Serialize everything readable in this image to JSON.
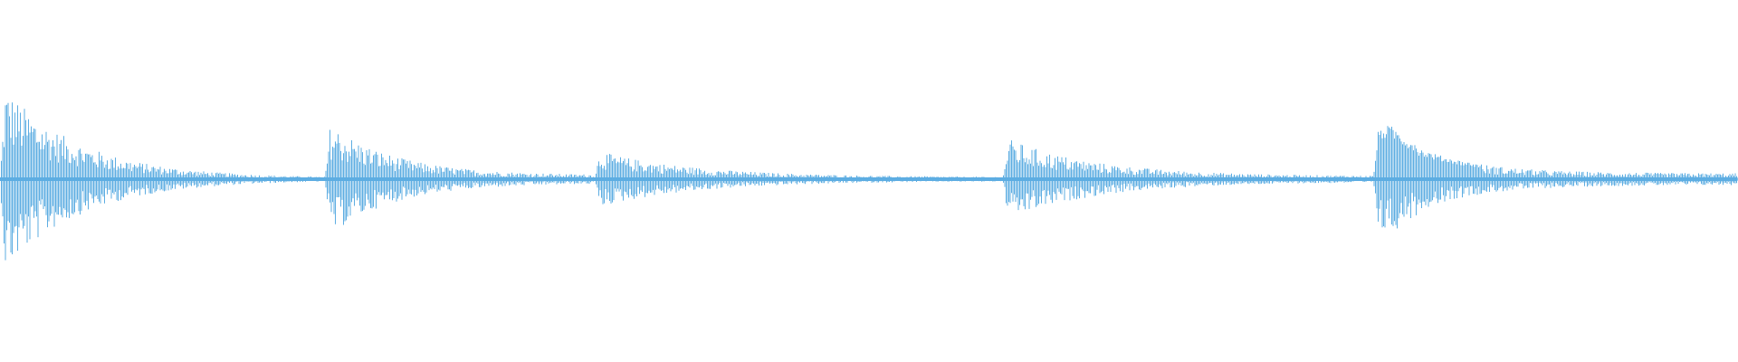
{
  "waveform": {
    "color": "#5dade2",
    "background": "#ffffff",
    "amplitude_range": [
      -1,
      1
    ],
    "duration_fraction_range": [
      0,
      1
    ],
    "onsets": [
      {
        "start": 0.0,
        "peak": 1.0,
        "tail": 0.01,
        "noisy": false
      },
      {
        "start": 0.187,
        "peak": 0.62,
        "tail": 0.04,
        "noisy": false
      },
      {
        "start": 0.342,
        "peak": 0.3,
        "tail": 0.02,
        "noisy": false
      },
      {
        "start": 0.577,
        "peak": 0.44,
        "tail": 0.03,
        "noisy": false
      },
      {
        "start": 0.79,
        "peak": 0.55,
        "tail": 0.06,
        "noisy": true
      }
    ]
  }
}
